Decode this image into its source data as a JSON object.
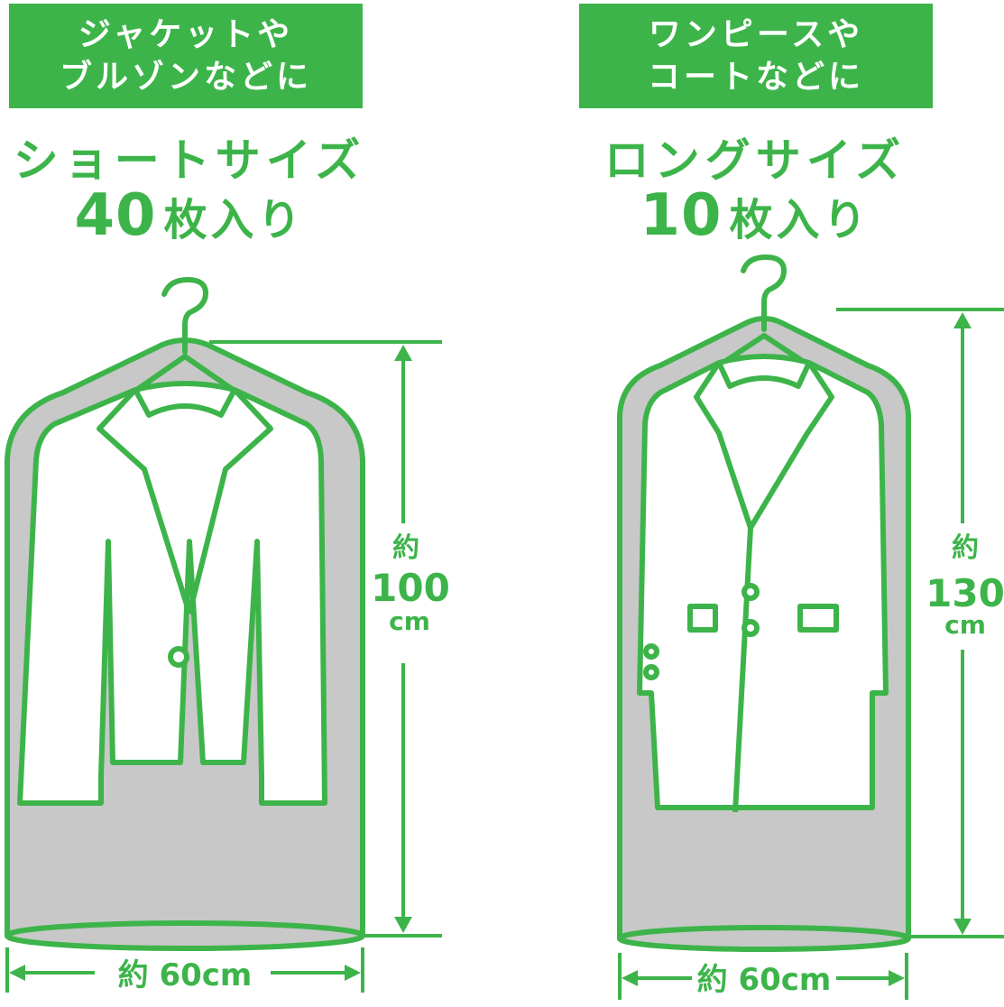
{
  "short": {
    "tag_line1": "ジャケットや",
    "tag_line2": "ブルゾンなどに",
    "size_name": "ショートサイズ",
    "count_number": "40",
    "count_unit": "枚入り",
    "height_prefix": "約",
    "height_value": "100",
    "height_unit": "cm",
    "width_label": "約 60cm"
  },
  "long": {
    "tag_line1": "ワンピースや",
    "tag_line2": "コートなどに",
    "size_name": "ロングサイズ",
    "count_number": "10",
    "count_unit": "枚入り",
    "height_prefix": "約",
    "height_value": "130",
    "height_unit": "cm",
    "width_label": "約 60cm"
  },
  "colors": {
    "accent_green": "#3db44a",
    "cover_gray": "#c8c8c8",
    "background": "#ffffff"
  }
}
